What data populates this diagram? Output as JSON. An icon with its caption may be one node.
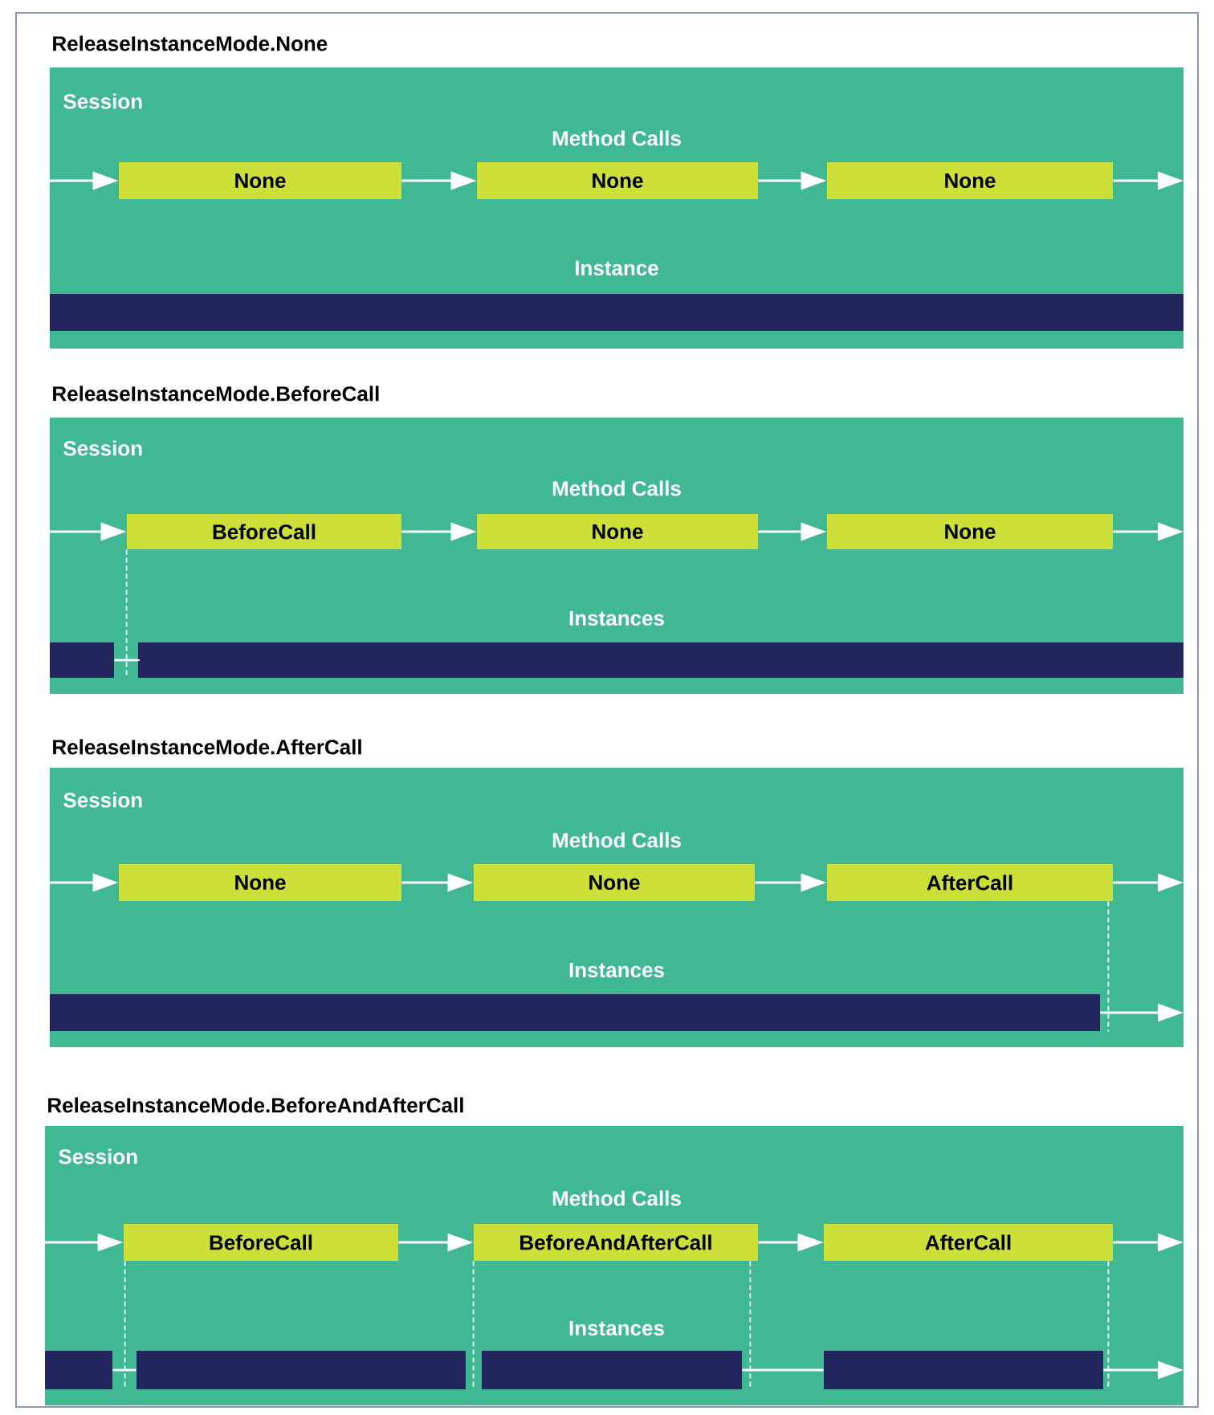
{
  "diagram": {
    "nodes": [
      {
        "text": [
          "ReleaseInstanceMode.None",
          "Session",
          "Method Calls",
          "Instance"
        ]
      },
      {
        "text": [
          "None"
        ],
        "in": 0
      },
      {
        "text": [
          "None"
        ],
        "in": 0
      },
      {
        "text": [
          "None"
        ],
        "in": 0
      },
      {
        "text": [],
        "shape": "bar",
        "in": 0
      },
      {
        "text": [
          "ReleaseInstanceMode.BeforeCall",
          "Session",
          "Method Calls",
          "Instances"
        ]
      },
      {
        "text": [
          "BeforeCall"
        ],
        "in": 5
      },
      {
        "text": [
          "None"
        ],
        "in": 5
      },
      {
        "text": [
          "None"
        ],
        "in": 5
      },
      {
        "text": [],
        "shape": "bar",
        "in": 5
      },
      {
        "text": [],
        "shape": "bar",
        "in": 5
      },
      {
        "text": [
          "ReleaseInstanceMode.AfterCall",
          "Session",
          "Method Calls",
          "Instances"
        ]
      },
      {
        "text": [
          "None"
        ],
        "in": 11
      },
      {
        "text": [
          "None"
        ],
        "in": 11
      },
      {
        "text": [
          "AfterCall"
        ],
        "in": 11
      },
      {
        "text": [],
        "shape": "bar",
        "in": 11
      },
      {
        "text": [
          "ReleaseInstanceMode.BeforeAndAfterCall",
          "Session",
          "Method Calls",
          "Instances"
        ]
      },
      {
        "text": [
          "BeforeCall"
        ],
        "in": 16
      },
      {
        "text": [
          "BeforeAndAfterCall"
        ],
        "in": 16
      },
      {
        "text": [
          "AfterCall"
        ],
        "in": 16
      },
      {
        "text": [],
        "shape": "bar",
        "in": 16
      },
      {
        "text": [],
        "shape": "bar",
        "in": 16
      },
      {
        "text": [],
        "shape": "bar",
        "in": 16
      },
      {
        "text": [],
        "shape": "bar",
        "in": 16
      }
    ],
    "edges": [
      {
        "from": null,
        "to": 1,
        "arrow": "to"
      },
      {
        "from": 1,
        "to": 2,
        "arrow": "to"
      },
      {
        "from": 2,
        "to": 3,
        "arrow": "to"
      },
      {
        "from": 3,
        "to": null,
        "arrow": "to"
      },
      {
        "from": null,
        "to": 6,
        "arrow": "to"
      },
      {
        "from": 6,
        "to": 7,
        "arrow": "to"
      },
      {
        "from": 7,
        "to": 8,
        "arrow": "to"
      },
      {
        "from": 8,
        "to": null,
        "arrow": "to"
      },
      {
        "from": 9,
        "to": 10,
        "arrow": "none"
      },
      {
        "from": null,
        "to": 12,
        "arrow": "to"
      },
      {
        "from": 12,
        "to": 13,
        "arrow": "to"
      },
      {
        "from": 13,
        "to": 14,
        "arrow": "to"
      },
      {
        "from": 14,
        "to": null,
        "arrow": "to"
      },
      {
        "from": 15,
        "to": null,
        "arrow": "to"
      },
      {
        "from": null,
        "to": 17,
        "arrow": "to"
      },
      {
        "from": 17,
        "to": 18,
        "arrow": "to"
      },
      {
        "from": 18,
        "to": 19,
        "arrow": "to"
      },
      {
        "from": 19,
        "to": null,
        "arrow": "to"
      },
      {
        "from": 20,
        "to": 21,
        "arrow": "none"
      },
      {
        "from": 22,
        "to": 23,
        "arrow": "none"
      },
      {
        "from": 23,
        "to": null,
        "arrow": "to"
      },
      {
        "from": 6,
        "to": 9,
        "arrow": "none",
        "style": "dashed"
      },
      {
        "from": 14,
        "to": 15,
        "arrow": "none",
        "style": "dashed"
      },
      {
        "from": 17,
        "to": 21,
        "arrow": "none",
        "style": "dashed"
      },
      {
        "from": 18,
        "to": 22,
        "arrow": "none",
        "style": "dashed"
      },
      {
        "from": 18,
        "to": 22,
        "arrow": "none",
        "style": "dashed"
      },
      {
        "from": 19,
        "to": 23,
        "arrow": "none",
        "style": "dashed"
      }
    ]
  }
}
